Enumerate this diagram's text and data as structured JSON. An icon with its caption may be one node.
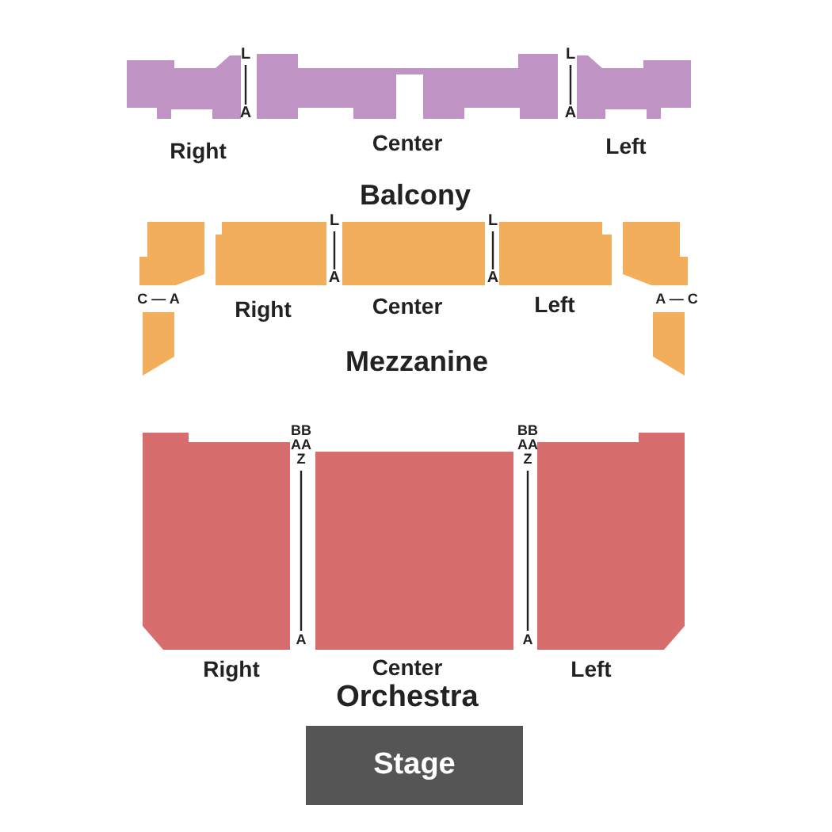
{
  "diagram": {
    "nodes": [
      {
        "text": [],
        "shape": "box",
        "beside": [
          "Right"
        ]
      },
      {
        "text": [],
        "shape": "box",
        "beside": [
          "Center"
        ]
      },
      {
        "text": [],
        "shape": "box",
        "beside": [
          "Left"
        ]
      },
      {
        "text": [],
        "shape": "box"
      },
      {
        "text": [],
        "shape": "box",
        "beside": [
          "Right"
        ]
      },
      {
        "text": [],
        "shape": "box",
        "beside": [
          "Center"
        ]
      },
      {
        "text": [],
        "shape": "box",
        "beside": [
          "Left"
        ]
      },
      {
        "text": [],
        "shape": "box"
      },
      {
        "text": [],
        "shape": "box"
      },
      {
        "text": [],
        "shape": "box"
      },
      {
        "text": [],
        "shape": "box",
        "beside": [
          "Right"
        ]
      },
      {
        "text": [],
        "shape": "box",
        "beside": [
          "Center"
        ]
      },
      {
        "text": [],
        "shape": "box",
        "beside": [
          "Left"
        ]
      },
      {
        "text": [
          "Stage"
        ]
      }
    ],
    "labels": [
      "L",
      "L",
      "A",
      "A",
      "Balcony",
      "L",
      "L",
      "A",
      "A",
      "C — A",
      "A — C",
      "Mezzanine",
      "BB",
      "BB",
      "AA",
      "AA",
      "Z",
      "Z",
      "A",
      "A",
      "Orchestra"
    ]
  }
}
